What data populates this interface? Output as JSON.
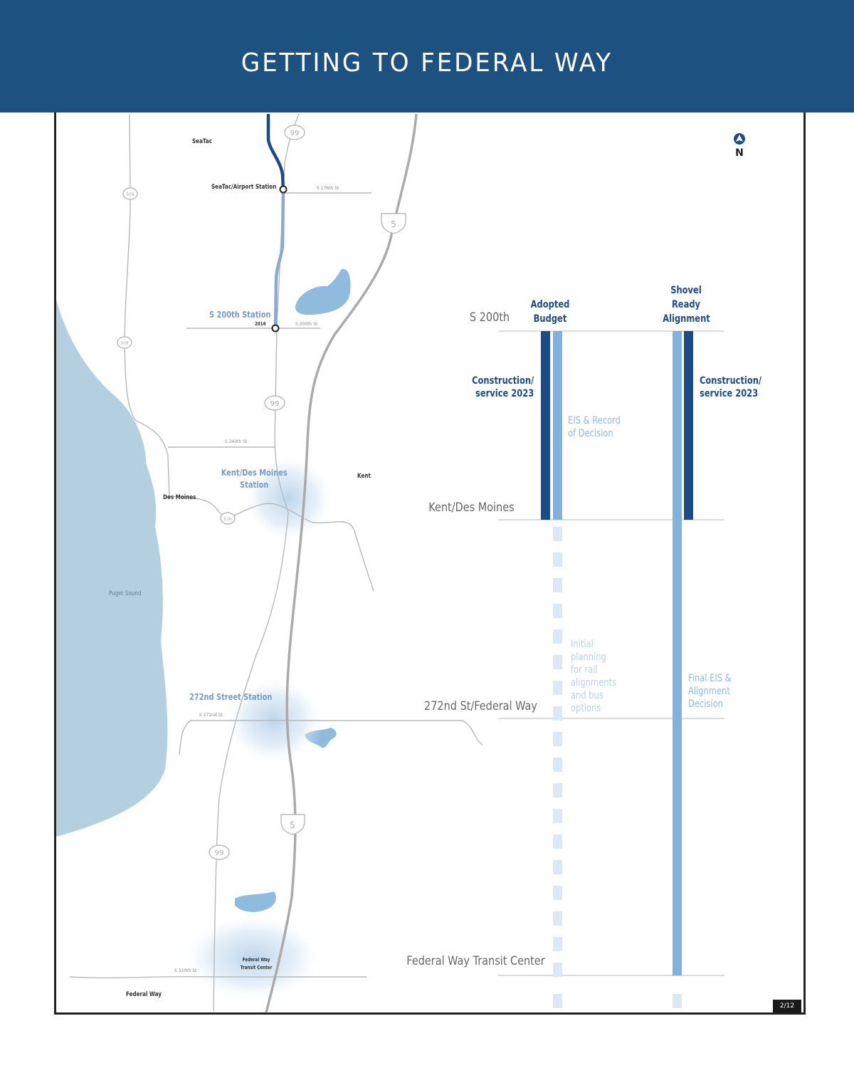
{
  "header": {
    "title": "GETTING TO FEDERAL WAY"
  },
  "colors": {
    "banner": "#1d5180",
    "dark_bar": "#1d4b86",
    "light_bar": "#7fb2dc",
    "faded_bar": "#dce9f5",
    "water": "#b3cfe0",
    "road": "#b8b8b8",
    "station_label": "#7a9ccb"
  },
  "map": {
    "places": {
      "seatac": "SeaTac",
      "des_moines": "Des Moines",
      "kent": "Kent",
      "puget_sound": "Puget Sound",
      "federal_way": "Federal Way"
    },
    "stations": {
      "seatac_airport": "SeaTac/Airport Station",
      "s200th": "S 200th Station",
      "s200th_year": "2016",
      "kent_des_moines": "Kent/Des Moines Station",
      "s272nd": "272nd Street Station",
      "fw_transit_center": "Federal Way Transit Center"
    },
    "streets": {
      "s176th": "S 176th St",
      "s200th": "S 200th St",
      "s240th": "S 240th St",
      "s272nd": "S 272nd St",
      "s320th": "S 320th St"
    },
    "shields": {
      "sr509_top": "509",
      "sr509_mid": "509",
      "sr99_top": "99",
      "sr99_mid": "99",
      "sr99_bottom": "99",
      "sr516": "516",
      "i5_top": "5",
      "i5_bottom": "5"
    },
    "north_arrow": "N"
  },
  "timeline": {
    "stops": [
      {
        "label": "S 200th"
      },
      {
        "label": "Kent/Des Moines"
      },
      {
        "label": "272nd St/Federal Way"
      },
      {
        "label": "Federal Way Transit Center"
      }
    ],
    "columns": {
      "adopted_budget": {
        "heading_line1": "Adopted",
        "heading_line2": "Budget",
        "construction_line1": "Construction/",
        "construction_line2": "service 2023",
        "eis_line1": "EIS & Record",
        "eis_line2": "of Decision",
        "planning_lines": [
          "Initial",
          "planning",
          "for rail",
          "alignments",
          "and bus",
          "options"
        ]
      },
      "shovel_ready": {
        "heading_line1": "Shovel",
        "heading_line2": "Ready",
        "heading_line3": "Alignment",
        "construction_line1": "Construction/",
        "construction_line2": "service 2023",
        "final_line1": "Final EIS &",
        "final_line2": "Alignment",
        "final_line3": "Decision"
      }
    }
  },
  "footer": {
    "page_number": "2/12"
  }
}
